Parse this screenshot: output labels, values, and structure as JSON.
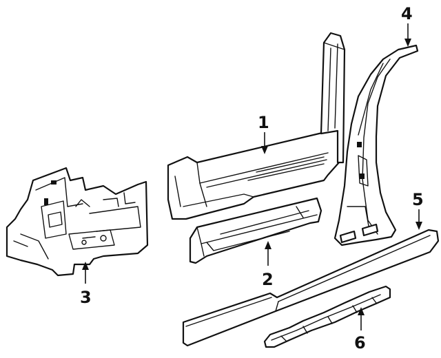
{
  "callouts": {
    "p1": "1",
    "p2": "2",
    "p3": "3",
    "p4": "4",
    "p5": "5",
    "p6": "6"
  },
  "colors": {
    "line": "#111111",
    "background": "#ffffff"
  }
}
